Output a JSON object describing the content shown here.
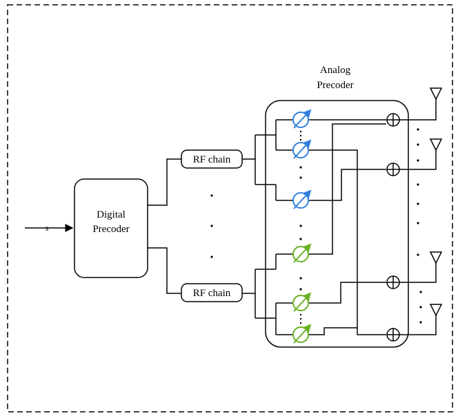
{
  "input_symbol": "s",
  "digital_precoder": {
    "line1": "Digital",
    "line2": "Precoder"
  },
  "rf_chain_top": "RF chain",
  "rf_chain_bottom": "RF chain",
  "analog_precoder": {
    "line1": "Analog",
    "line2": "Precoder"
  },
  "colors": {
    "line": "#000000",
    "blue_phase_shifter": "#2f7fe0",
    "green_phase_shifter": "#6ab023"
  },
  "icons": [
    "phase-shifter-icon",
    "adder-icon",
    "antenna-icon",
    "arrow-icon",
    "ellipsis-dots"
  ]
}
